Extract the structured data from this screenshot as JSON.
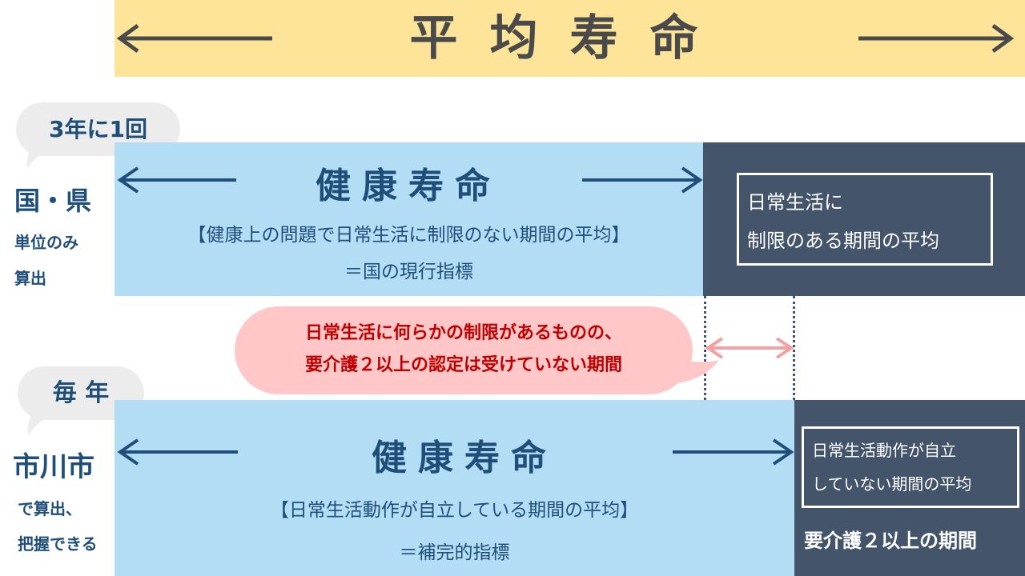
{
  "banner": {
    "title": "平均寿命"
  },
  "top": {
    "frequency": "3年に1回",
    "scope_title": "国・県",
    "scope_line1": "単位のみ",
    "scope_line2": "算出",
    "title": "健康寿命",
    "definition": "【健康上の問題で日常生活に制限のない期間の平均】",
    "indicator": "＝国の現行指標",
    "limited_line1": "日常生活に",
    "limited_line2": "制限のある期間の平均"
  },
  "middle": {
    "note_line1": "日常生活に何らかの制限があるものの、",
    "note_line2": "要介護２以上の認定は受けていない期間"
  },
  "bottom": {
    "frequency": "毎 年",
    "scope_title": "市川市",
    "scope_line1": "で算出、",
    "scope_line2": "把握できる",
    "title": "健康寿命",
    "definition": "【日常生活動作が自立している期間の平均】",
    "indicator": "＝補完的指標",
    "dependent_line1": "日常生活動作が自立",
    "dependent_line2": "していない期間の平均",
    "care_level": "要介護２以上の期間"
  },
  "colors": {
    "banner": "#fde499",
    "light_blue": "#b3dcf5",
    "dark": "#44546a",
    "navy": "#1f4e79",
    "pink": "#ffc7c7",
    "red": "#c00000"
  }
}
